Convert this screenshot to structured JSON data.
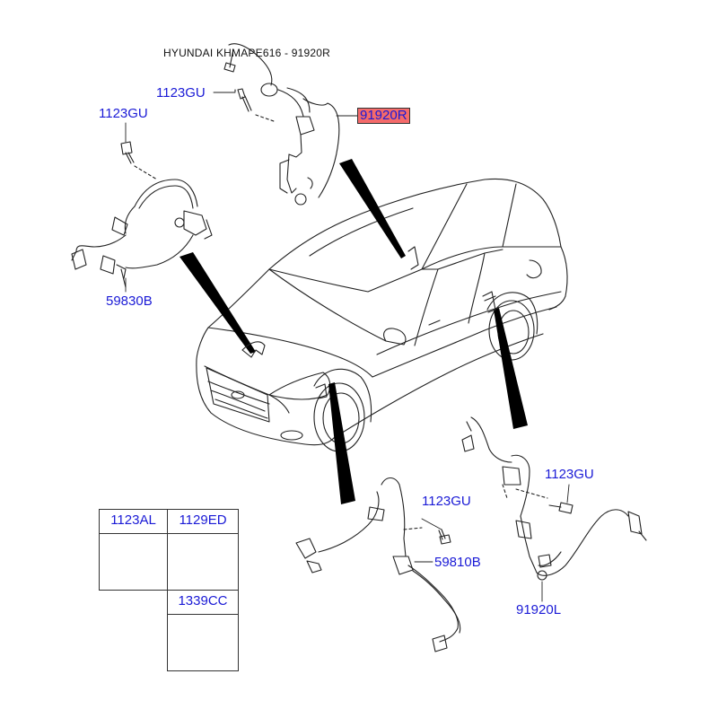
{
  "header": {
    "title": "HYUNDAI KHMAPE616 - 91920R"
  },
  "colors": {
    "label": "#1a1ad6",
    "highlight": "#f46a6a",
    "line": "#222222"
  },
  "callouts": {
    "top_bolt": "1123GU",
    "left_bolt": "1123GU",
    "front_left_harness": "59830B",
    "top_harness": "91920R",
    "front_right_bolt": "1123GU",
    "front_right_sensor": "59810B",
    "rear_bolt": "1123GU",
    "rear_harness": "91920L"
  },
  "legend": {
    "cells": [
      {
        "code": "1123AL",
        "icon": "bolt-icon"
      },
      {
        "code": "1129ED",
        "icon": "bolt-icon"
      },
      {
        "code": "1339CC",
        "icon": "nut-icon"
      }
    ]
  }
}
